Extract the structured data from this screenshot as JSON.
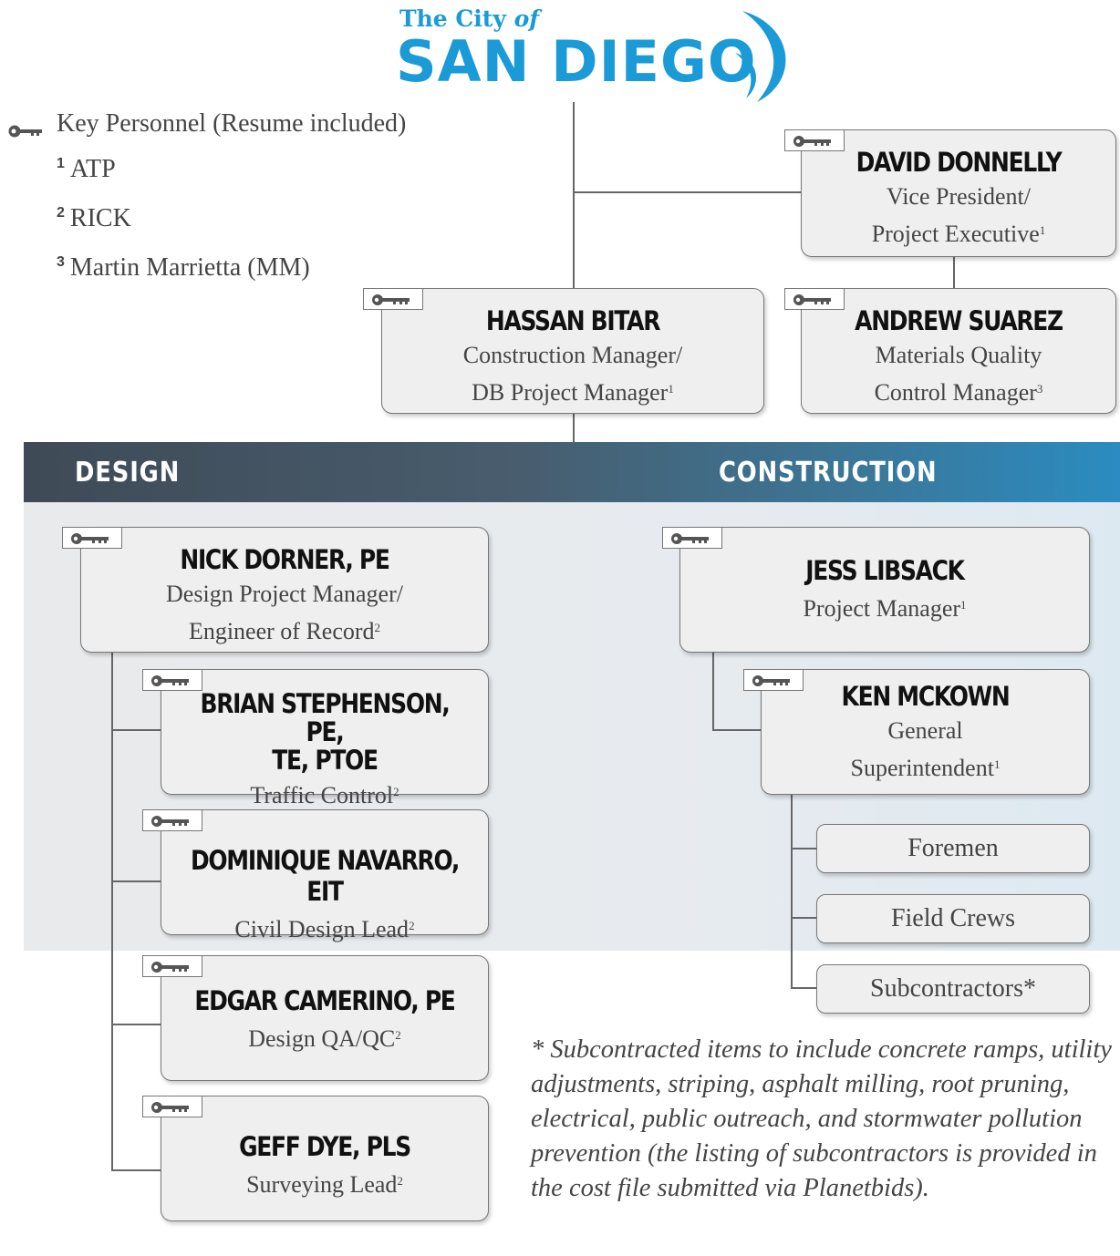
{
  "logo": {
    "line1": "The City",
    "line1_of": "of",
    "line2": "SAN DIEGO"
  },
  "legend": {
    "key_label": "Key Personnel (Resume included)",
    "items": [
      {
        "num": "1",
        "label": "ATP"
      },
      {
        "num": "2",
        "label": "RICK"
      },
      {
        "num": "3",
        "label": "Martin Marrietta (MM)"
      }
    ]
  },
  "people": {
    "donnelly": {
      "name": "DAVID DONNELLY",
      "role1": "Vice President/",
      "role2": "Project Executive",
      "sup": "1"
    },
    "suarez": {
      "name": "ANDREW SUAREZ",
      "role1": "Materials Quality",
      "role2": "Control Manager",
      "sup": "3"
    },
    "bitar": {
      "name": "HASSAN BITAR",
      "role1": "Construction Manager/",
      "role2": "DB Project Manager",
      "sup": "1"
    },
    "dorner": {
      "name": "NICK DORNER, PE",
      "role1": "Design Project Manager/",
      "role2": "Engineer of Record",
      "sup": "2"
    },
    "stephenson": {
      "name1": "BRIAN STEPHENSON, PE,",
      "name2": "TE, PTOE",
      "role": "Traffic Control",
      "sup": "2"
    },
    "navarro": {
      "name": "DOMINIQUE NAVARRO, EIT",
      "role": "Civil Design Lead",
      "sup": "2"
    },
    "camerino": {
      "name": "EDGAR CAMERINO, PE",
      "role": "Design QA/QC",
      "sup": "2"
    },
    "dye": {
      "name": "GEFF DYE, PLS",
      "role": "Surveying Lead",
      "sup": "2"
    },
    "libsack": {
      "name": "JESS LIBSACK",
      "role": "Project Manager",
      "sup": "1"
    },
    "mckown": {
      "name": "KEN MCKOWN",
      "role1": "General",
      "role2": "Superintendent",
      "sup": "1"
    }
  },
  "sections": {
    "design": "DESIGN",
    "construction": "CONSTRUCTION"
  },
  "crews": [
    "Foremen",
    "Field Crews",
    "Subcontractors*"
  ],
  "note": "* Subcontracted items to include concrete ramps, utility adjustments, striping, asphalt milling, root pruning, electrical, public outreach, and stormwater pollution prevention (the listing of subcontractors is provided in the cost file submitted via Planetbids).",
  "colors": {
    "brand_blue": "#1a9ad6",
    "band_dark": "#3f4a56",
    "band_light": "#2a8cc1",
    "box_fill": "#efefef"
  },
  "icons": {
    "key": "key-icon"
  }
}
